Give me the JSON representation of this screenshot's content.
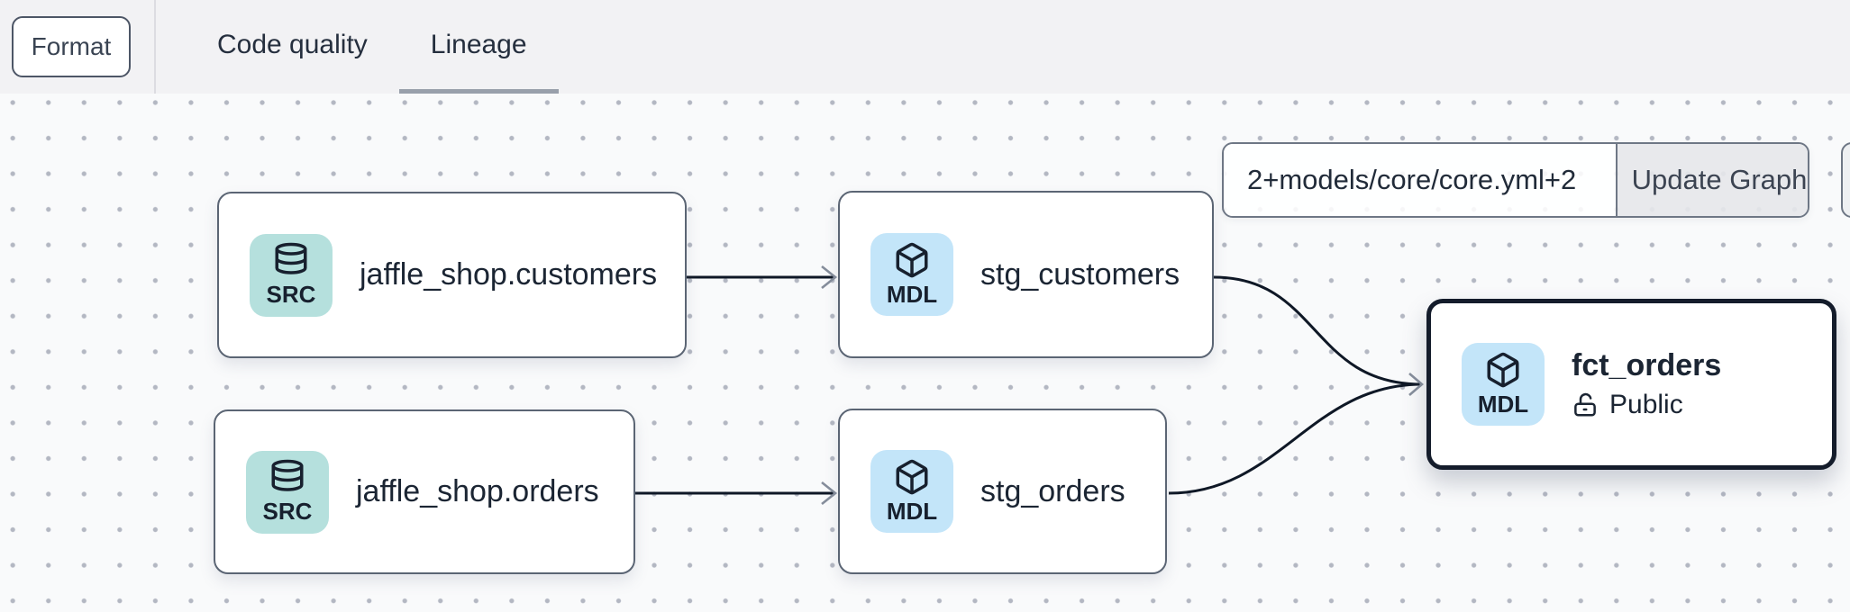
{
  "header": {
    "format_button_label": "Format",
    "tabs": [
      {
        "label": "Code quality",
        "active": false
      },
      {
        "label": "Lineage",
        "active": true
      }
    ]
  },
  "toolbar": {
    "selector_value": "2+models/core/core.yml+2",
    "update_button_label": "Update Graph"
  },
  "graph": {
    "nodes": [
      {
        "label": "jaffle_shop.customers",
        "badge": "SRC",
        "type": "source"
      },
      {
        "label": "jaffle_shop.orders",
        "badge": "SRC",
        "type": "source"
      },
      {
        "label": "stg_customers",
        "badge": "MDL",
        "type": "model"
      },
      {
        "label": "stg_orders",
        "badge": "MDL",
        "type": "model"
      },
      {
        "label": "fct_orders",
        "badge": "MDL",
        "type": "model",
        "access": "Public",
        "selected": true
      }
    ],
    "edges": [
      {
        "from": "jaffle_shop.customers",
        "to": "stg_customers"
      },
      {
        "from": "jaffle_shop.orders",
        "to": "stg_orders"
      },
      {
        "from": "stg_customers",
        "to": "fct_orders"
      },
      {
        "from": "stg_orders",
        "to": "fct_orders"
      }
    ]
  },
  "icons": {
    "source_badge": "database-icon",
    "model_badge": "box-icon",
    "access": "unlocked-padlock-icon"
  },
  "colors": {
    "header_bg": "#f2f2f4",
    "canvas_bg": "#f9fafb",
    "grid_dot": "#b3b7c2",
    "node_border": "#5b6574",
    "selected_node_border": "#141c2b",
    "src_badge_bg": "#b5e0dd",
    "model_badge_bg": "#c3e5f9",
    "edge": "#0f1826",
    "arrowhead": "#858d9b",
    "tab_underline": "#99a0ab",
    "update_button_bg": "#e2e3e7"
  }
}
